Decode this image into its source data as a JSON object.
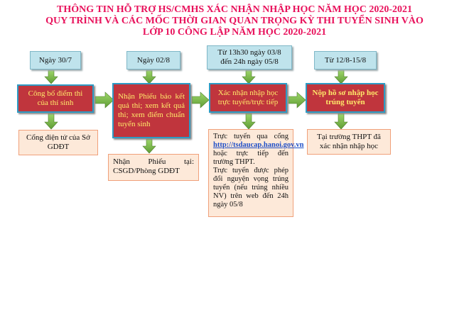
{
  "header": {
    "line1": "THÔNG TIN HỖ TRỢ HS/CMHS XÁC NHẬN NHẬP HỌC NĂM HỌC 2020-2021",
    "line2": "QUY TRÌNH VÀ CÁC MỐC THỜI GIAN QUAN TRỌNG KỲ THI TUYỂN SINH VÀO",
    "line3": "LỚP 10 CÔNG LẬP NĂM HỌC 2020-2021"
  },
  "columns": [
    {
      "date": "Ngày 30/7",
      "step": "Công bố điểm thi của thí sinh",
      "note": "Cổng điện tử của Sở GDĐT"
    },
    {
      "date": "Ngày 02/8",
      "step": "Nhận Phiếu báo kết quả thi; xem kết quả thi; xem điểm chuẩn tuyển sinh",
      "note": "Nhận Phiếu tại: CSGD/Phòng GDĐT"
    },
    {
      "date_line1": "Từ 13h30 ngày 03/8",
      "date_line2": "đến 24h ngày 05/8",
      "step_line1": "Xác nhận nhập học",
      "step_line2": "trực tuyến/trực tiếp",
      "note_p1_a": "Trực tuyến qua cổng",
      "note_link": "http://tsdaucap.hanoi.gov.vn",
      "note_p1_b": "hoặc trực tiếp đến trường THPT.",
      "note_p2": "Trực tuyến được phép đổi nguyện vọng trúng tuyển (nếu trúng nhiều NV) trên web đến 24h ngày 05/8"
    },
    {
      "date": "Từ 12/8-15/8",
      "step": "Nộp hồ sơ nhập học trúng tuyển",
      "note": "Tại trường THPT đã xác nhận nhập học"
    }
  ],
  "colors": {
    "title": "#e8115b",
    "step_bg": "#c0353d",
    "step_text": "#ffe96a",
    "date_bg": "#bfe3ec",
    "note_bg": "#fde9d9",
    "arrow": "#78b74a"
  }
}
